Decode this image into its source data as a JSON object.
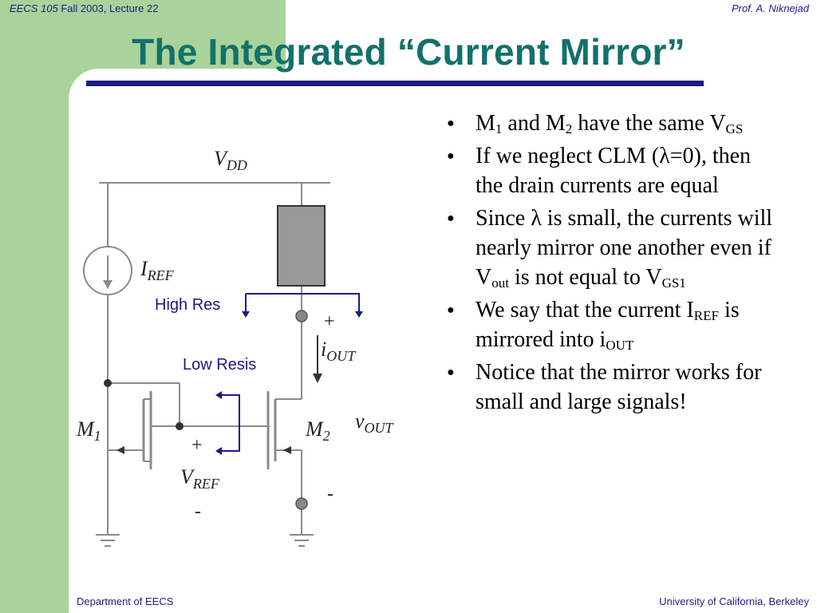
{
  "header": {
    "course": "EECS 105",
    "course_info": " Fall 2003, Lecture 22",
    "author": "Prof. A. Niknejad"
  },
  "title": "The Integrated “Current Mirror”",
  "bullets": [
    {
      "parts": [
        "M",
        "1",
        " and M",
        "2",
        " have the same V",
        "GS"
      ]
    },
    {
      "text": "If we neglect CLM (λ=0), then the drain currents are equal"
    },
    {
      "parts": [
        "Since λ is small, the currents will nearly mirror one another even if V",
        "out",
        " is not equal to V",
        "GS1"
      ]
    },
    {
      "parts": [
        "We say that the current I",
        "REF",
        " is mirrored into i",
        "OUT"
      ]
    },
    {
      "text": "Notice that the mirror works for small and large signals!"
    }
  ],
  "circuit": {
    "vdd": "DD",
    "vdd_main": "V",
    "iref_main": "I",
    "iref_sub": "REF",
    "m1_main": "M",
    "m1_sub": "1",
    "m2_main": "M",
    "m2_sub": "2",
    "vref_main": "V",
    "vref_sub": "REF",
    "iout_main": "i",
    "iout_sub": "OUT",
    "vout_main": "v",
    "vout_sub": "OUT",
    "plus": "+",
    "minus": "-"
  },
  "annotations": {
    "high_res": "High Res",
    "low_resis": "Low Resis"
  },
  "footer": {
    "left": "Department of EECS",
    "right": "University of California, Berkeley"
  },
  "colors": {
    "title": "#13716b",
    "accent_green": "#a9d39a",
    "rule": "#1a1a80"
  }
}
